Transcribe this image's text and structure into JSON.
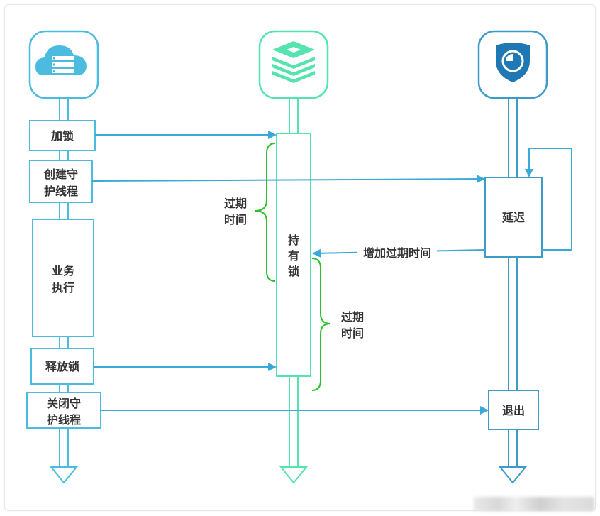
{
  "colors": {
    "blue": "#4bbbe0",
    "teal": "#55e3b0",
    "service_blue": "#3d9bc7",
    "green_bracket": "#2ac12a",
    "arrow_blue": "#3aa8d8"
  },
  "actors": {
    "client": {
      "icon": "cloud-server-icon"
    },
    "redis": {
      "icon": "redis-stack-icon"
    },
    "watchdog": {
      "icon": "shield-icon"
    }
  },
  "client_steps": {
    "lock": "加锁",
    "create_daemon_1": "创建守",
    "create_daemon_2": "护线程",
    "business_1": "业务",
    "business_2": "执行",
    "release": "释放锁",
    "close_daemon_1": "关闭守",
    "close_daemon_2": "护线程"
  },
  "redis_box": {
    "hold_1": "持",
    "hold_2": "有",
    "hold_3": "锁"
  },
  "watchdog_box": {
    "delay": "延迟",
    "exit": "退出"
  },
  "labels": {
    "expire_1a": "过期",
    "expire_1b": "时间",
    "expire_2a": "过期",
    "expire_2b": "时间",
    "extend_expire": "增加过期时间"
  }
}
